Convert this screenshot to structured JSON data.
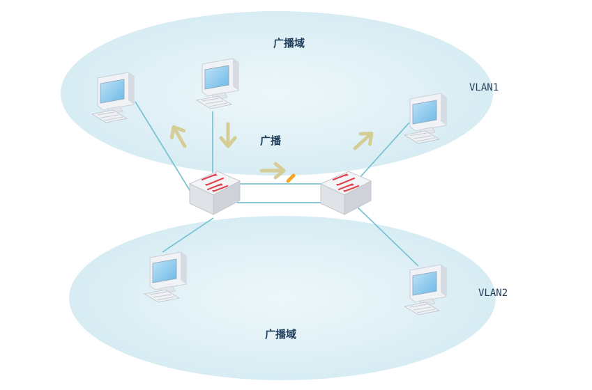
{
  "top_domain": {
    "label": "广播域",
    "vlan": "VLAN1"
  },
  "bottom_domain": {
    "label": "广播域",
    "vlan": "VLAN2"
  },
  "broadcast_label": "广播",
  "colors": {
    "domain_fill": "#dbeef5",
    "link": "#7cc3d3",
    "arrow": "#d4cd95",
    "port_marker": "#f5a623",
    "switch_arrow": "#e0434e"
  },
  "icons": {
    "pc": "desktop-computer-icon",
    "switch": "network-switch-icon"
  }
}
